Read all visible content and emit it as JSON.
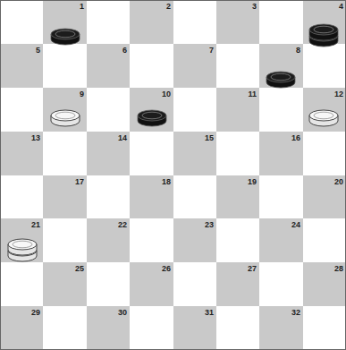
{
  "diagram": {
    "nodes": [
      {
        "text": [
          "1"
        ]
      },
      {
        "text": [
          "2"
        ]
      },
      {
        "text": [
          "3"
        ]
      },
      {
        "text": [
          "4"
        ]
      },
      {
        "text": [
          "5"
        ]
      },
      {
        "text": [
          "6"
        ]
      },
      {
        "text": [
          "7"
        ]
      },
      {
        "text": [
          "8"
        ]
      },
      {
        "text": [
          "9"
        ]
      },
      {
        "text": [
          "10"
        ]
      },
      {
        "text": [
          "11"
        ]
      },
      {
        "text": [
          "12"
        ]
      },
      {
        "text": [
          "13"
        ]
      },
      {
        "text": [
          "14"
        ]
      },
      {
        "text": [
          "15"
        ]
      },
      {
        "text": [
          "16"
        ]
      },
      {
        "text": [
          "17"
        ]
      },
      {
        "text": [
          "18"
        ]
      },
      {
        "text": [
          "19"
        ]
      },
      {
        "text": [
          "20"
        ]
      },
      {
        "text": [
          "21"
        ]
      },
      {
        "text": [
          "22"
        ]
      },
      {
        "text": [
          "23"
        ]
      },
      {
        "text": [
          "24"
        ]
      },
      {
        "text": [
          "25"
        ]
      },
      {
        "text": [
          "26"
        ]
      },
      {
        "text": [
          "27"
        ]
      },
      {
        "text": [
          "28"
        ]
      },
      {
        "text": [
          "29"
        ]
      },
      {
        "text": [
          "30"
        ]
      },
      {
        "text": [
          "31"
        ]
      },
      {
        "text": [
          "32"
        ]
      }
    ]
  }
}
